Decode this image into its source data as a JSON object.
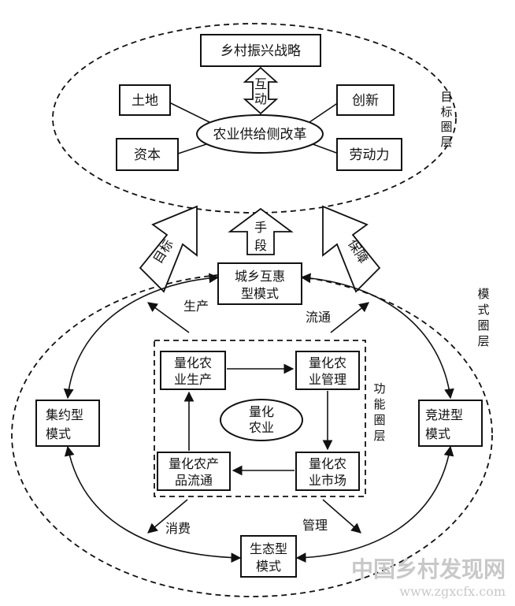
{
  "goal": {
    "top_box": "乡村振兴战略",
    "interact": [
      "互",
      "动"
    ],
    "center": "农业供给侧改革",
    "inputs": [
      "土地",
      "资本",
      "创新",
      "劳动力"
    ],
    "layer_label": [
      "目",
      "标",
      "圈",
      "层"
    ]
  },
  "links": {
    "left": "目标",
    "middle": [
      "手",
      "段"
    ],
    "right": "保障"
  },
  "mode": {
    "top": [
      "城乡互惠",
      "型模式"
    ],
    "left": [
      "集约型",
      "模式"
    ],
    "right": [
      "竞进型",
      "模式"
    ],
    "bottom": [
      "生态型",
      "模式"
    ],
    "layer_label": [
      "模",
      "式",
      "圈",
      "层"
    ],
    "arrow_labels": {
      "production": "生产",
      "circulation": "流通",
      "consumption": "消费",
      "management": "管理"
    }
  },
  "function": {
    "center": [
      "量化",
      "农业"
    ],
    "production": [
      "量化农",
      "业生产"
    ],
    "management": [
      "量化农",
      "业管理"
    ],
    "market": [
      "量化农",
      "业市场"
    ],
    "circulation": [
      "量化农产",
      "品流通"
    ],
    "layer_label": [
      "功",
      "能",
      "圈",
      "层"
    ]
  },
  "watermark": {
    "title": "中国乡村发现网",
    "url": "www.zgxcfx.com"
  }
}
